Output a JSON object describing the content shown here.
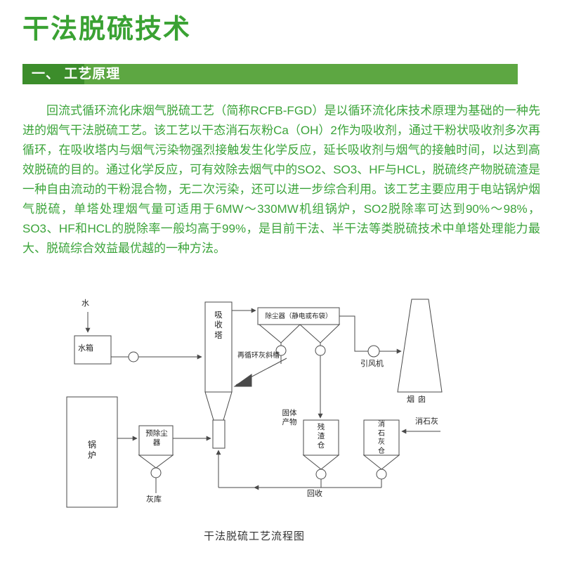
{
  "page": {
    "title": "干法脱硫技术",
    "section": {
      "heading": "一、 工艺原理"
    },
    "paragraph": "回流式循环流化床烟气脱硫工艺（简称RCFB-FGD）是以循环流化床技术原理为基础的一种先进的烟气干法脱硫工艺。该工艺以干态消石灰粉Ca（OH）2作为吸收剂，通过干粉状吸收剂多次再循环，在吸收塔内与烟气污染物强烈接触发生化学反应，延长吸收剂与烟气的接触时间，以达到高效脱硫的目的。通过化学反应，可有效除去烟气中的SO2、SO3、HF与HCL，脱硫终产物脱硫渣是一种自由流动的干粉混合物，无二次污染，还可以进一步综合利用。该工艺主要应用于电站锅炉烟气脱硫，单塔处理烟气量可适用于6MW～330MW机组锅炉，SO2脱除率可达到90%～98%，SO3、HF和HCL的脱除率一般均高于99%，是目前干法、半干法等类脱硫技术中单塔处理能力最大、脱硫综合效益最优越的一种方法。",
    "caption": "干法脱硫工艺流程图"
  },
  "diagram": {
    "labels": {
      "water": "水",
      "water_tank": "水箱",
      "boiler": "锅炉",
      "pre_dust_collector": "预除尘器",
      "ash_store": "灰库",
      "absorber": "吸收塔",
      "dust_collector": "除尘器（静电或布袋）",
      "recirculation_chute": "再循环灰斜槽",
      "id_fan": "引风机",
      "chimney": "烟囱",
      "solid_product": "固体产物",
      "residue_silo": "残渣仓",
      "lime_silo": "消石灰仓",
      "slaked_lime": "消石灰",
      "recycle": "回收"
    }
  },
  "colors": {
    "title_green": "#3aa233",
    "bar_green": "#5da742",
    "bar_dark_green": "#3c8d2b",
    "text_green": "#3ba43a",
    "diagram_line": "#4a4a4a"
  }
}
